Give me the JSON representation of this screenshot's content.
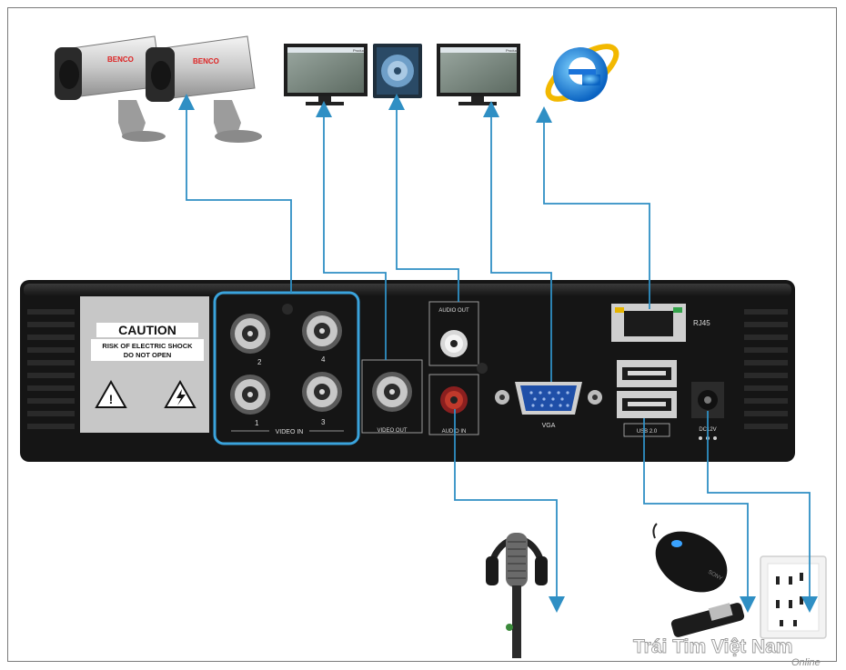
{
  "brand": "BENCO",
  "caution": {
    "title": "CAUTION",
    "line1": "RISK OF ELECTRIC SHOCK",
    "line2": "DO NOT OPEN"
  },
  "ports": {
    "video_in": "VIDEO IN",
    "video_in_numbers": [
      "2",
      "4",
      "1",
      "3"
    ],
    "video_out": "VIDEO OUT",
    "audio_out": "AUDIO OUT",
    "audio_in": "AUDIO IN",
    "vga": "VGA",
    "rj45": "RJ45",
    "usb": "USB 2.0",
    "dc": "DC12V"
  },
  "monitor_header": "Product",
  "mouse_brand": "SONY",
  "watermark": {
    "main": "Trái Tim Việt Nam",
    "sub": "Online"
  },
  "colors": {
    "arrow": "#2f8fc4",
    "dvr_body": "#1b1b1b",
    "video_in_frame": "#3aa3dc",
    "caution_panel": "#c7c7c7"
  }
}
